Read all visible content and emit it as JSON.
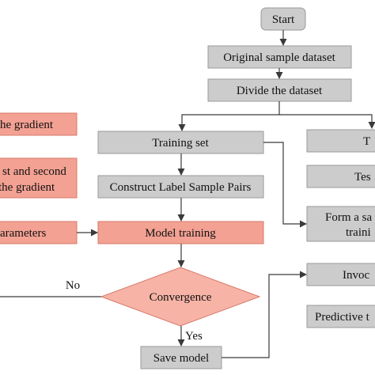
{
  "colors": {
    "gray_fill": "#cccccc",
    "gray_stroke": "#9a9a9a",
    "pink_fill": "#f3a193",
    "pink_stroke": "#d77a6a",
    "diamond_fill": "#f6b3a6",
    "arrow": "#3a3a3a"
  },
  "nodes": {
    "start": "Start",
    "original_dataset": "Original sample dataset",
    "divide_dataset": "Divide the dataset",
    "training_set": "Training set",
    "construct_pairs": "Construct Label Sample Pairs",
    "model_training": "Model training",
    "convergence": "Convergence",
    "save_model": "Save model",
    "left_gradient": "he gradient",
    "left_moments_line1": "st and second",
    "left_moments_line2": "the gradient",
    "left_parameters": "arameters",
    "right_top": "T",
    "right_test": "Tes",
    "right_form_line1": "Form a sa",
    "right_form_line2": "traini",
    "right_invoke": "Invoc",
    "right_predictive": "Predictive t"
  },
  "edge_labels": {
    "no": "No",
    "yes": "Yes"
  }
}
